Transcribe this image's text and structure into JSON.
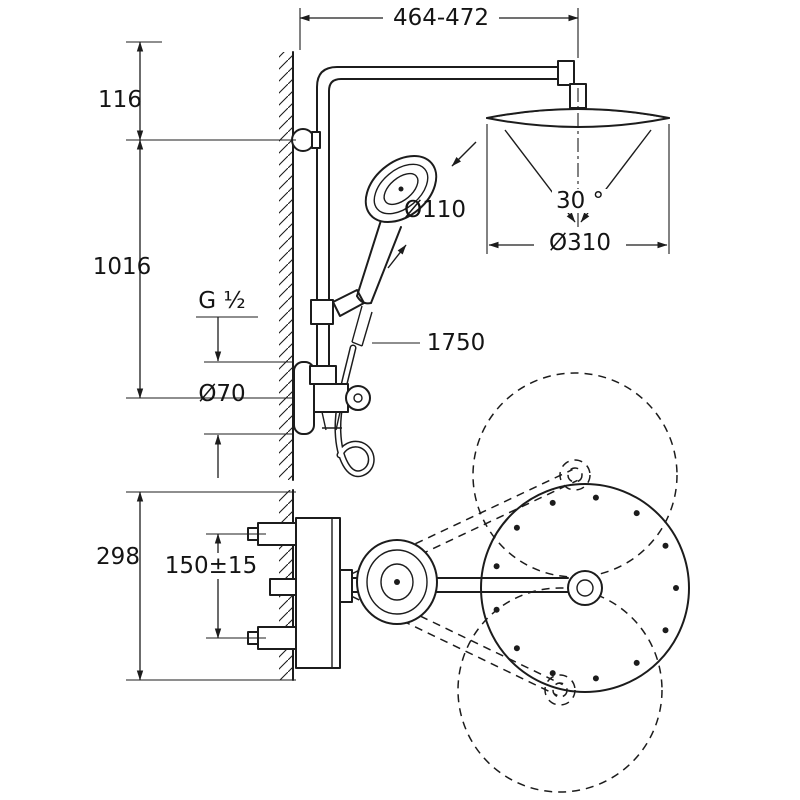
{
  "labels": {
    "top_width": "464-472",
    "arm_offset": "116",
    "riser_length": "1016",
    "thread_size": "G ½",
    "flange_diameter": "Ø70",
    "hand_shower_diameter": "Ø110",
    "hose_length": "1750",
    "spray_angle": "30 °",
    "head_diameter": "Ø310",
    "plan_height": "298",
    "handle_spacing": "150±15"
  },
  "colors": {
    "ink": "#1c1c1c",
    "background": "#ffffff"
  }
}
